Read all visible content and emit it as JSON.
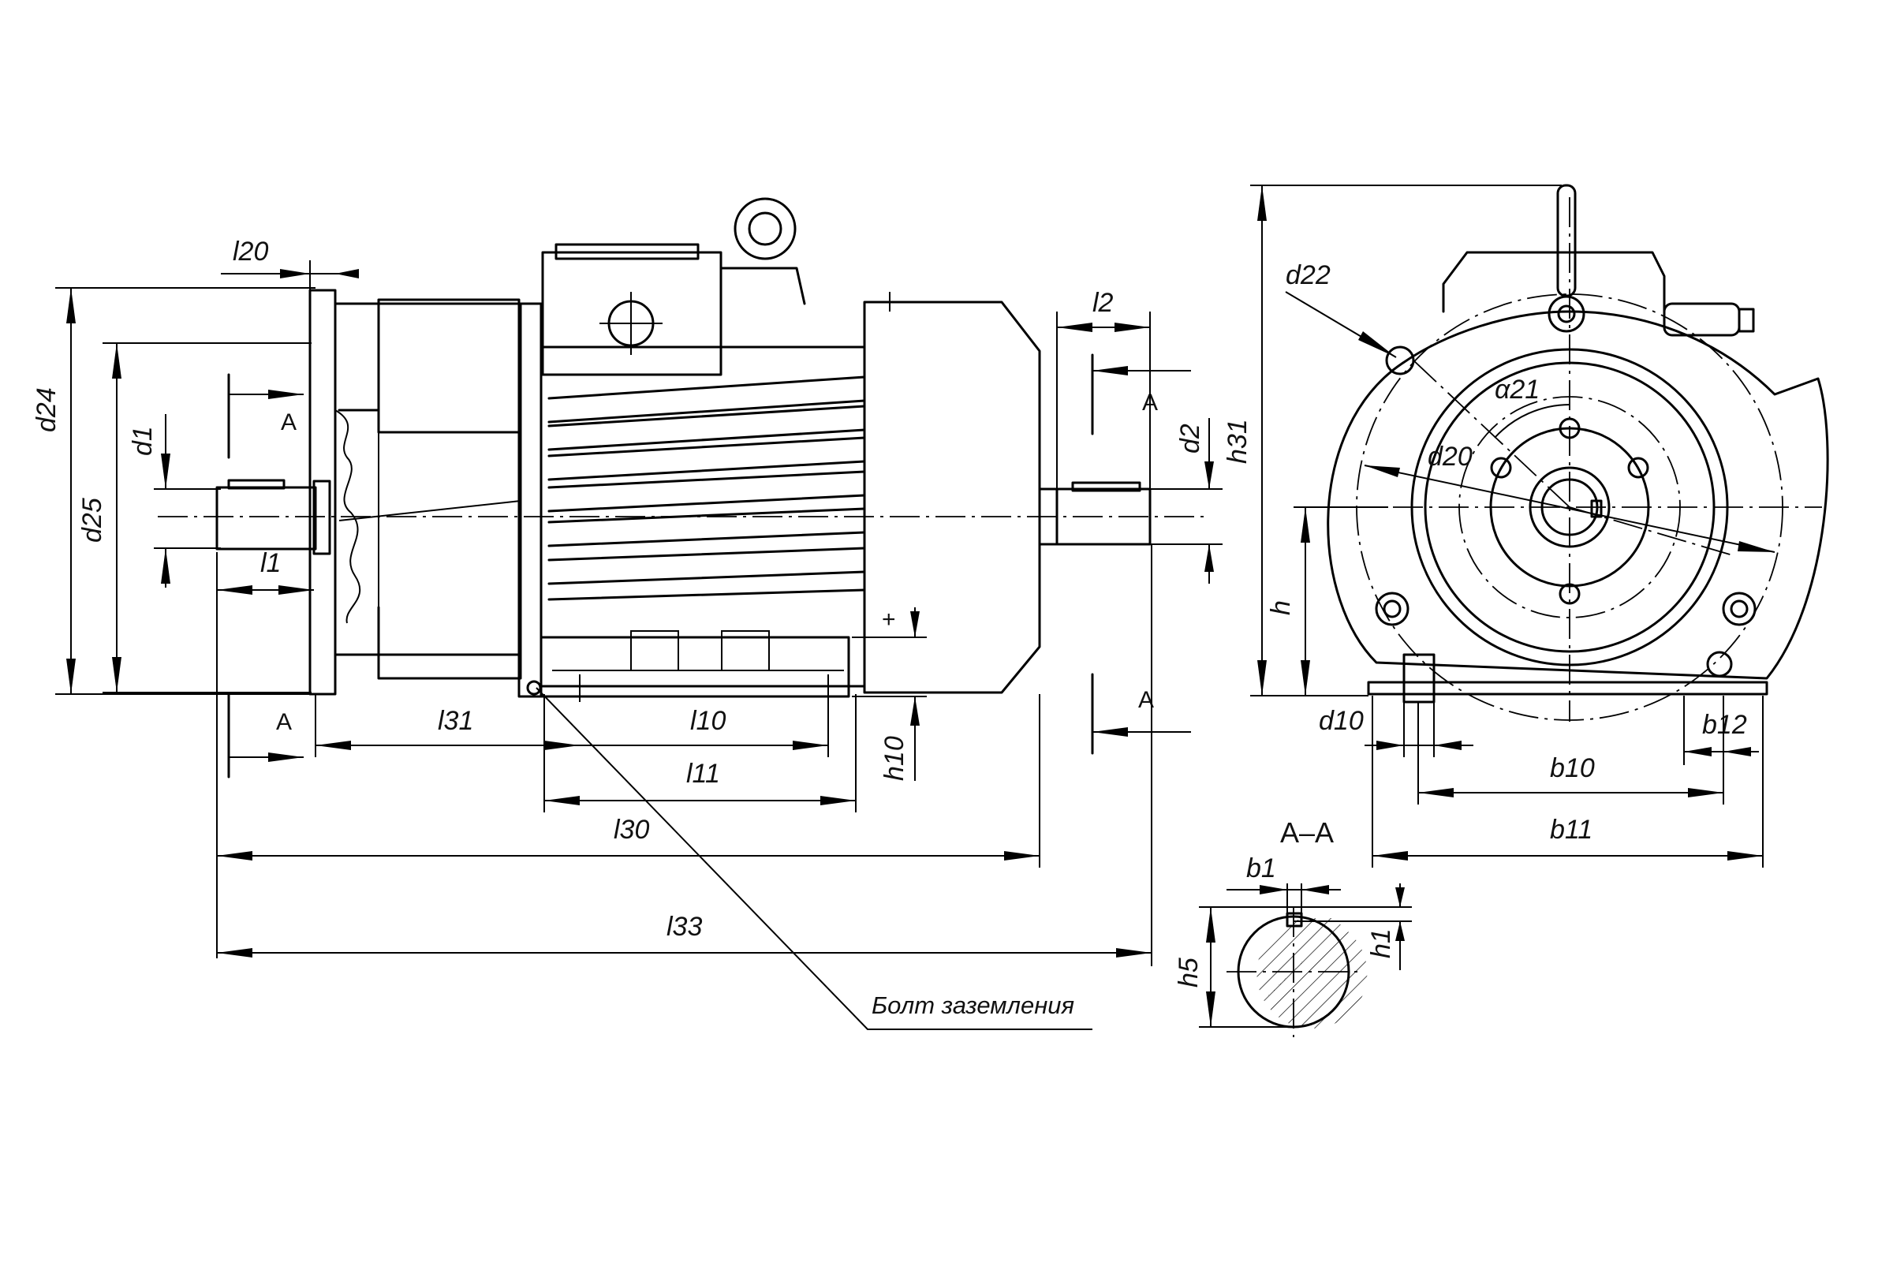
{
  "labels": {
    "l20": "l20",
    "l2": "l2",
    "d22": "d22",
    "d24": "d24",
    "d25": "d25",
    "d1": "d1",
    "d2": "d2",
    "h31": "h31",
    "alpha21": "α21",
    "d20": "d20",
    "l1": "l1",
    "h": "h",
    "l31": "l31",
    "l10": "l10",
    "l11": "l11",
    "h10": "h10",
    "d10": "d10",
    "b12": "b12",
    "b10": "b10",
    "b11": "b11",
    "l30": "l30",
    "l33": "l33",
    "b1": "b1",
    "h1": "h1",
    "h5": "h5"
  },
  "section_marks": {
    "a_left_top": "A",
    "a_left_bottom": "A",
    "a_right_top": "A",
    "a_right_bottom": "A"
  },
  "section_title": "A–A",
  "ground_bolt_note": "Болт заземления"
}
